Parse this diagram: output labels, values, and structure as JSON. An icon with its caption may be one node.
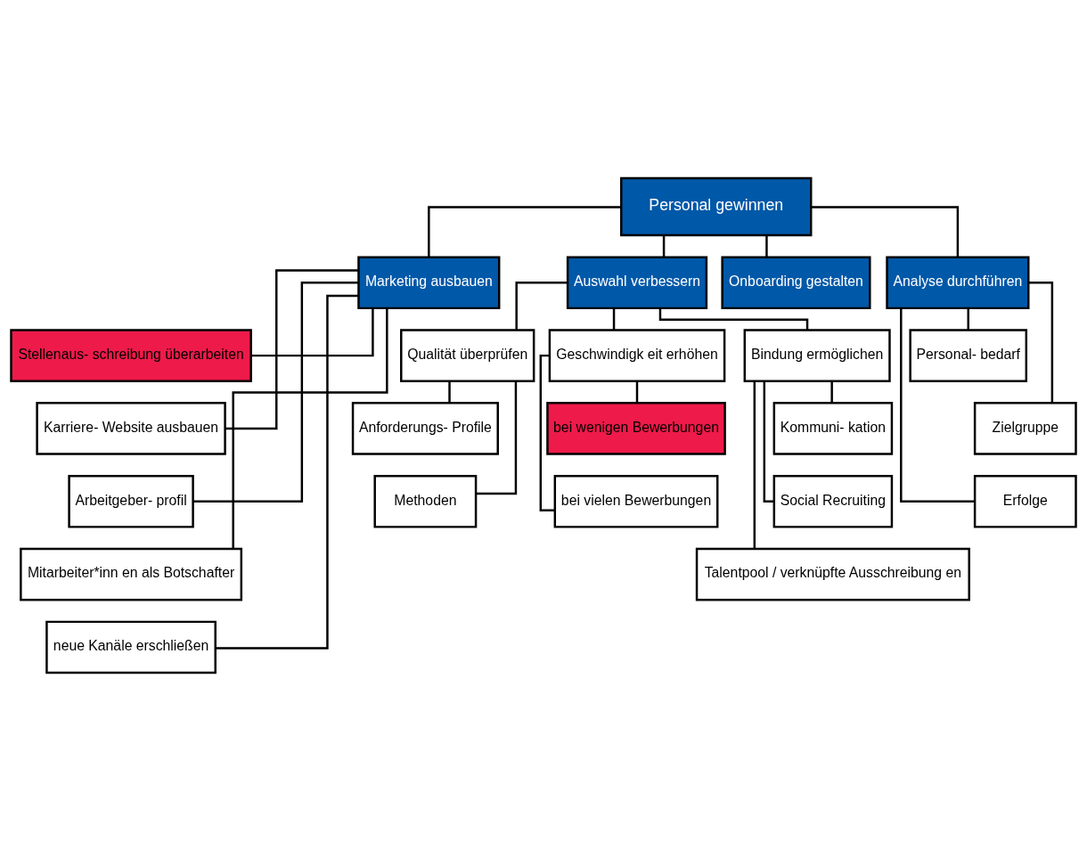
{
  "diagram": {
    "nodes": [
      {
        "text": [
          "Personal gewinnen"
        ]
      },
      {
        "text": [
          "Marketing ausbauen"
        ]
      },
      {
        "text": [
          "Auswahl verbessern"
        ]
      },
      {
        "text": [
          "Onboarding gestalten"
        ]
      },
      {
        "text": [
          "Analyse durchführen"
        ]
      },
      {
        "text": [
          "Stellenaus- schreibung überarbeiten"
        ]
      },
      {
        "text": [
          "Karriere- Website ausbauen"
        ]
      },
      {
        "text": [
          "Arbeitgeber- profil"
        ]
      },
      {
        "text": [
          "Mitarbeiter*inn en als Botschafter"
        ]
      },
      {
        "text": [
          "neue Kanäle erschließen"
        ]
      },
      {
        "text": [
          "Qualität überprüfen"
        ]
      },
      {
        "text": [
          "Geschwindigk eit erhöhen"
        ]
      },
      {
        "text": [
          "Bindung ermöglichen"
        ]
      },
      {
        "text": [
          "Anforderungs- Profile"
        ]
      },
      {
        "text": [
          "Methoden"
        ]
      },
      {
        "text": [
          "bei wenigen Bewerbungen"
        ]
      },
      {
        "text": [
          "bei vielen Bewerbungen"
        ]
      },
      {
        "text": [
          "Kommuni- kation"
        ]
      },
      {
        "text": [
          "Social Recruiting"
        ]
      },
      {
        "text": [
          "Talentpool / verknüpfte Ausschreibung en"
        ]
      },
      {
        "text": [
          "Personal- bedarf"
        ]
      },
      {
        "text": [
          "Zielgruppe"
        ]
      },
      {
        "text": [
          "Erfolge"
        ]
      }
    ],
    "edges": [
      {
        "from": 0,
        "to": 1,
        "arrow": "none"
      },
      {
        "from": 0,
        "to": 2,
        "arrow": "none"
      },
      {
        "from": 0,
        "to": 3,
        "arrow": "none"
      },
      {
        "from": 0,
        "to": 4,
        "arrow": "none"
      },
      {
        "from": 1,
        "to": 5,
        "arrow": "none"
      },
      {
        "from": 1,
        "to": 6,
        "arrow": "none"
      },
      {
        "from": 1,
        "to": 7,
        "arrow": "none"
      },
      {
        "from": 1,
        "to": 8,
        "arrow": "none"
      },
      {
        "from": 1,
        "to": 9,
        "arrow": "none"
      },
      {
        "from": 2,
        "to": 10,
        "arrow": "none"
      },
      {
        "from": 2,
        "to": 11,
        "arrow": "none"
      },
      {
        "from": 2,
        "to": 12,
        "arrow": "none"
      },
      {
        "from": 10,
        "to": 13,
        "arrow": "none"
      },
      {
        "from": 10,
        "to": 14,
        "arrow": "none"
      },
      {
        "from": 11,
        "to": 15,
        "arrow": "none"
      },
      {
        "from": 11,
        "to": 16,
        "arrow": "none"
      },
      {
        "from": 12,
        "to": 17,
        "arrow": "none"
      },
      {
        "from": 12,
        "to": 18,
        "arrow": "none"
      },
      {
        "from": 12,
        "to": 19,
        "arrow": "none"
      },
      {
        "from": 4,
        "to": 20,
        "arrow": "none"
      },
      {
        "from": 4,
        "to": 21,
        "arrow": "none"
      },
      {
        "from": 4,
        "to": 22,
        "arrow": "none"
      }
    ]
  }
}
